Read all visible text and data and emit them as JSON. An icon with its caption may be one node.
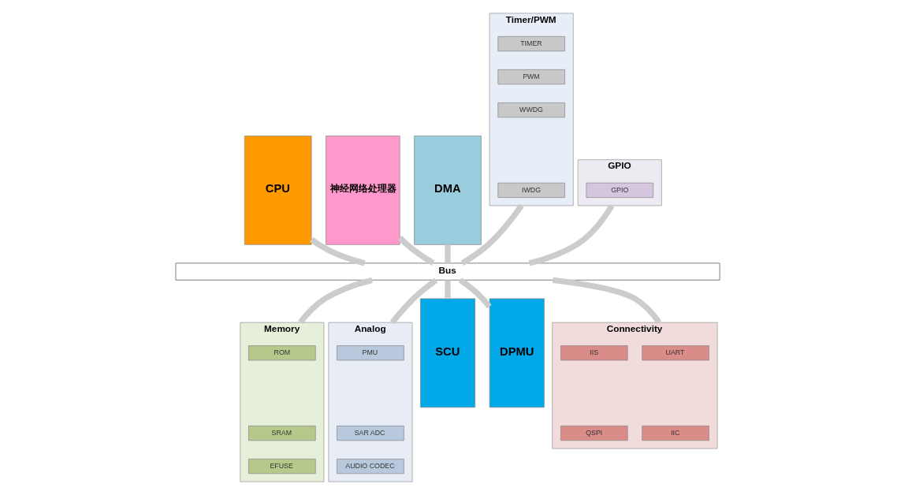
{
  "diagram": {
    "nodes": [
      {
        "text": [
          "CPU"
        ]
      },
      {
        "text": [
          "神经网络处理器"
        ]
      },
      {
        "text": [
          "DMA"
        ]
      },
      {
        "text": [
          "Timer/PWM"
        ]
      },
      {
        "text": [
          "TIMER"
        ],
        "in": 3
      },
      {
        "text": [
          "PWM"
        ],
        "in": 3
      },
      {
        "text": [
          "WWDG"
        ],
        "in": 3
      },
      {
        "text": [
          "IWDG"
        ],
        "in": 3
      },
      {
        "text": [
          "GPIO"
        ]
      },
      {
        "text": [
          "GPIO"
        ],
        "in": 8
      },
      {
        "text": [
          "Bus"
        ]
      },
      {
        "text": [
          "Memory"
        ]
      },
      {
        "text": [
          "ROM"
        ],
        "in": 11
      },
      {
        "text": [
          "SRAM"
        ],
        "in": 11
      },
      {
        "text": [
          "EFUSE"
        ],
        "in": 11
      },
      {
        "text": [
          "Analog"
        ]
      },
      {
        "text": [
          "PMU"
        ],
        "in": 15
      },
      {
        "text": [
          "SAR ADC"
        ],
        "in": 15
      },
      {
        "text": [
          "AUDIO CODEC"
        ],
        "in": 15
      },
      {
        "text": [
          "SCU"
        ]
      },
      {
        "text": [
          "DPMU"
        ]
      },
      {
        "text": [
          "Connectivity"
        ]
      },
      {
        "text": [
          "UART"
        ],
        "in": 21
      },
      {
        "text": [
          "IIS"
        ],
        "in": 21
      },
      {
        "text": [
          "IIC"
        ],
        "in": 21
      },
      {
        "text": [
          "QSPI"
        ],
        "in": 21
      }
    ],
    "edges": [
      {
        "from": 0,
        "to": 10,
        "arrow": "none"
      },
      {
        "from": 1,
        "to": 10,
        "arrow": "none"
      },
      {
        "from": 2,
        "to": 10,
        "arrow": "none"
      },
      {
        "from": 3,
        "to": 10,
        "arrow": "none"
      },
      {
        "from": 8,
        "to": 10,
        "arrow": "none"
      },
      {
        "from": 10,
        "to": 11,
        "arrow": "none"
      },
      {
        "from": 10,
        "to": 15,
        "arrow": "none"
      },
      {
        "from": 10,
        "to": 19,
        "arrow": "none"
      },
      {
        "from": 10,
        "to": 20,
        "arrow": "none"
      },
      {
        "from": 10,
        "to": 21,
        "arrow": "none"
      }
    ]
  }
}
